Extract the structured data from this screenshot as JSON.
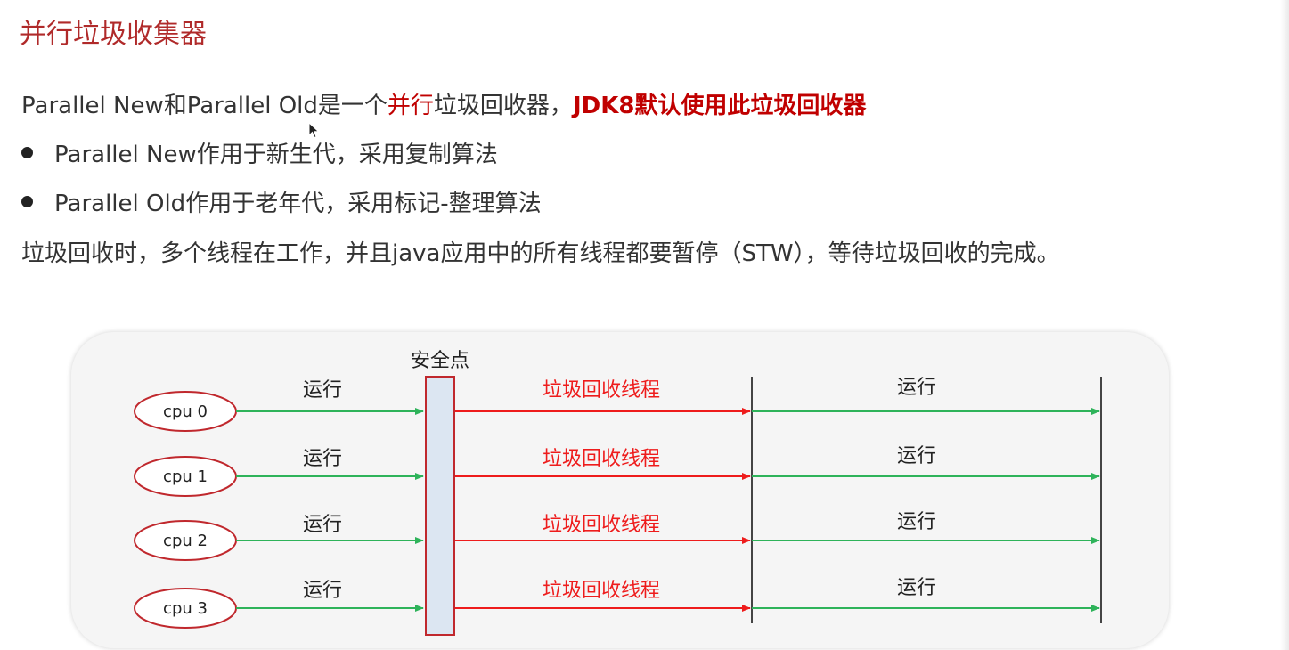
{
  "title": "并行垃圾收集器",
  "intro": {
    "part1": "Parallel New和Parallel Old是一个",
    "highlight": "并行",
    "part2": "垃圾回收器，",
    "bold": "JDK8默认使用此垃圾回收器"
  },
  "bullets": [
    "Parallel New作用于新生代，采用复制算法",
    "Parallel Old作用于老年代，采用标记-整理算法"
  ],
  "summary": "垃圾回收时，多个线程在工作，并且java应用中的所有线程都要暂停（STW），等待垃圾回收的完成。",
  "diagram": {
    "safepoint_label": "安全点",
    "rows": [
      {
        "cpu": "cpu 0",
        "before": "运行",
        "gc": "垃圾回收线程",
        "after": "运行"
      },
      {
        "cpu": "cpu 1",
        "before": "运行",
        "gc": "垃圾回收线程",
        "after": "运行"
      },
      {
        "cpu": "cpu 2",
        "before": "运行",
        "gc": "垃圾回收线程",
        "after": "运行"
      },
      {
        "cpu": "cpu 3",
        "before": "运行",
        "gc": "垃圾回收线程",
        "after": "运行"
      }
    ],
    "colors": {
      "run_arrow": "#2eb35a",
      "gc_arrow": "#ee1c1c",
      "cpu_ellipse": "#c0282d",
      "safepoint_fill": "#dce6f2",
      "safepoint_border": "#c0282d",
      "gc_text": "#ee1c1c"
    }
  }
}
